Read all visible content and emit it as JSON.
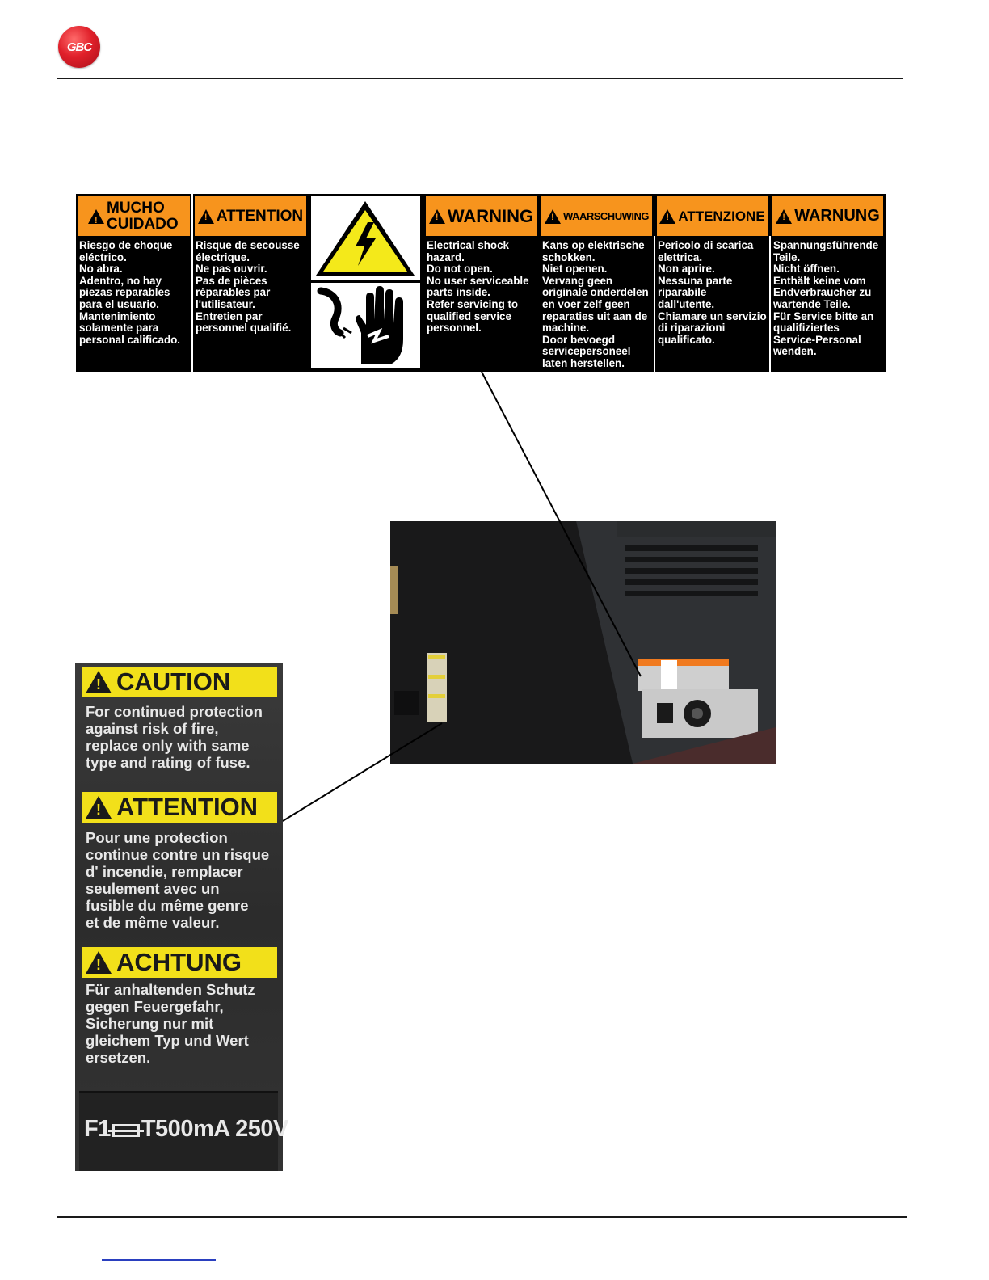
{
  "logo": {
    "text": "GBC"
  },
  "label": {
    "columns": [
      {
        "id": "es",
        "header": "MUCHO CUIDADO",
        "text": "Riesgo de choque\neléctrico.\nNo abra.\nAdentro, no hay\npiezas reparables\npara el usuario.\nMantenimiento\nsolamente para\npersonal calificado."
      },
      {
        "id": "fr",
        "header": "ATTENTION",
        "text": "Risque de secousse\nélectrique.\nNe pas ouvrir.\nPas de pièces\nréparables par\nl'utilisateur.\nEntretien par\npersonnel qualifié."
      },
      {
        "id": "en",
        "header": "WARNING",
        "text": "Electrical shock\nhazard.\nDo not open.\nNo user serviceable\nparts inside.\nRefer servicing to\nqualified service\npersonnel."
      },
      {
        "id": "nl",
        "header": "WAARSCHUWING",
        "text": "Kans op elektrische\nschokken.\nNiet openen.\nVervang geen\noriginale onderdelen\nen voer zelf geen\nreparaties uit aan de\nmachine.\nDoor bevoegd\nservicepersoneel\nlaten herstellen."
      },
      {
        "id": "it",
        "header": "ATTENZIONE",
        "text": "Pericolo di scarica\nelettrica.\nNon aprire.\nNessuna parte\nriparabile\ndall'utente.\nChiamare un servizio\ndi riparazioni\nqualificato."
      },
      {
        "id": "de",
        "header": "WARNUNG",
        "text": "Spannungsführende\nTeile.\nNicht öffnen.\nEnthält keine vom\nEndverbraucher zu\nwartende Teile.\nFür Service bitte an\nqualifiziertes\nService-Personal\nwenden."
      }
    ]
  },
  "caution_label": {
    "sections": [
      {
        "header": "CAUTION",
        "text": "For continued protection\nagainst risk of fire,\nreplace only with same\ntype and rating of fuse."
      },
      {
        "header": "ATTENTION",
        "text": "Pour une protection\ncontinue contre un risque\nd' incendie, remplacer\nseulement avec un\nfusible du même genre\net de même valeur."
      },
      {
        "header": "ACHTUNG",
        "text": "Für anhaltenden Schutz\ngegen Feuergefahr,\nSicherung nur mit\ngleichem Typ und Wert\nersetzen."
      }
    ],
    "fuse_id": "F1",
    "fuse_rating": "T500mA 250V"
  },
  "colors": {
    "label_orange": "#f7941d",
    "caution_yellow": "#f2e01a",
    "logo_red": "#e0202a"
  }
}
